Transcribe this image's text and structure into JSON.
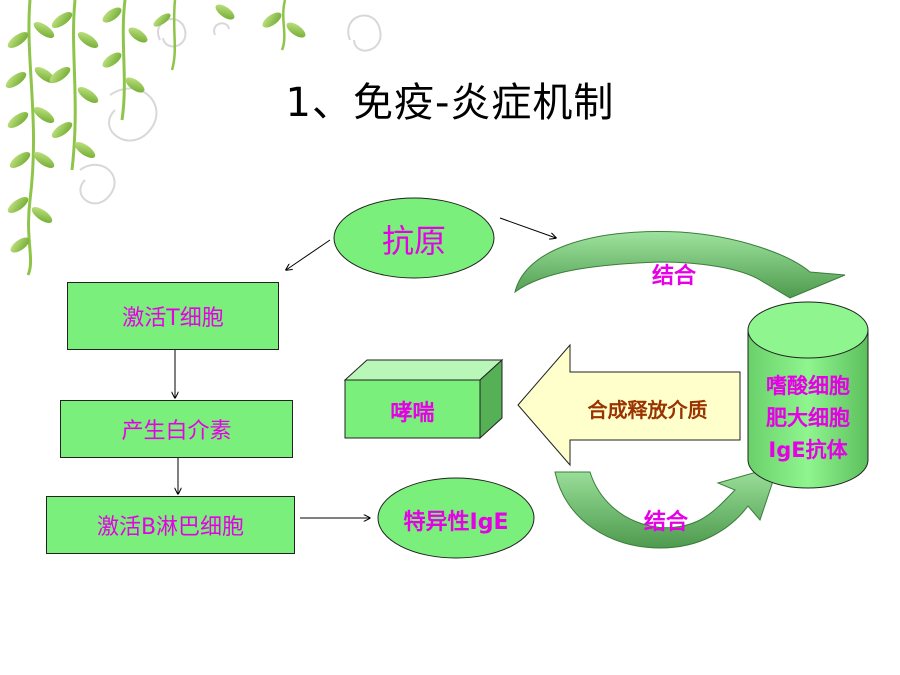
{
  "title": "1、免疫-炎症机制",
  "nodes": {
    "antigen": "抗原",
    "activate_t": "激活T细胞",
    "interleukin": "产生白介素",
    "activate_b": "激活B淋巴细胞",
    "specific_ige": "特异性IgE",
    "asthma": "哮喘",
    "mediators": "合成释放介质",
    "cells": [
      "嗜酸细胞",
      "肥大细胞",
      "IgE抗体"
    ]
  },
  "labels": {
    "bind_top": "结合",
    "bind_bottom": "结合"
  },
  "colors": {
    "box_fill": "#7bef7b",
    "text_magenta": "#e600e6",
    "arrow_fill": "#ffffcc",
    "mediator_text": "#993300",
    "curve_dark": "#5aa05a"
  }
}
